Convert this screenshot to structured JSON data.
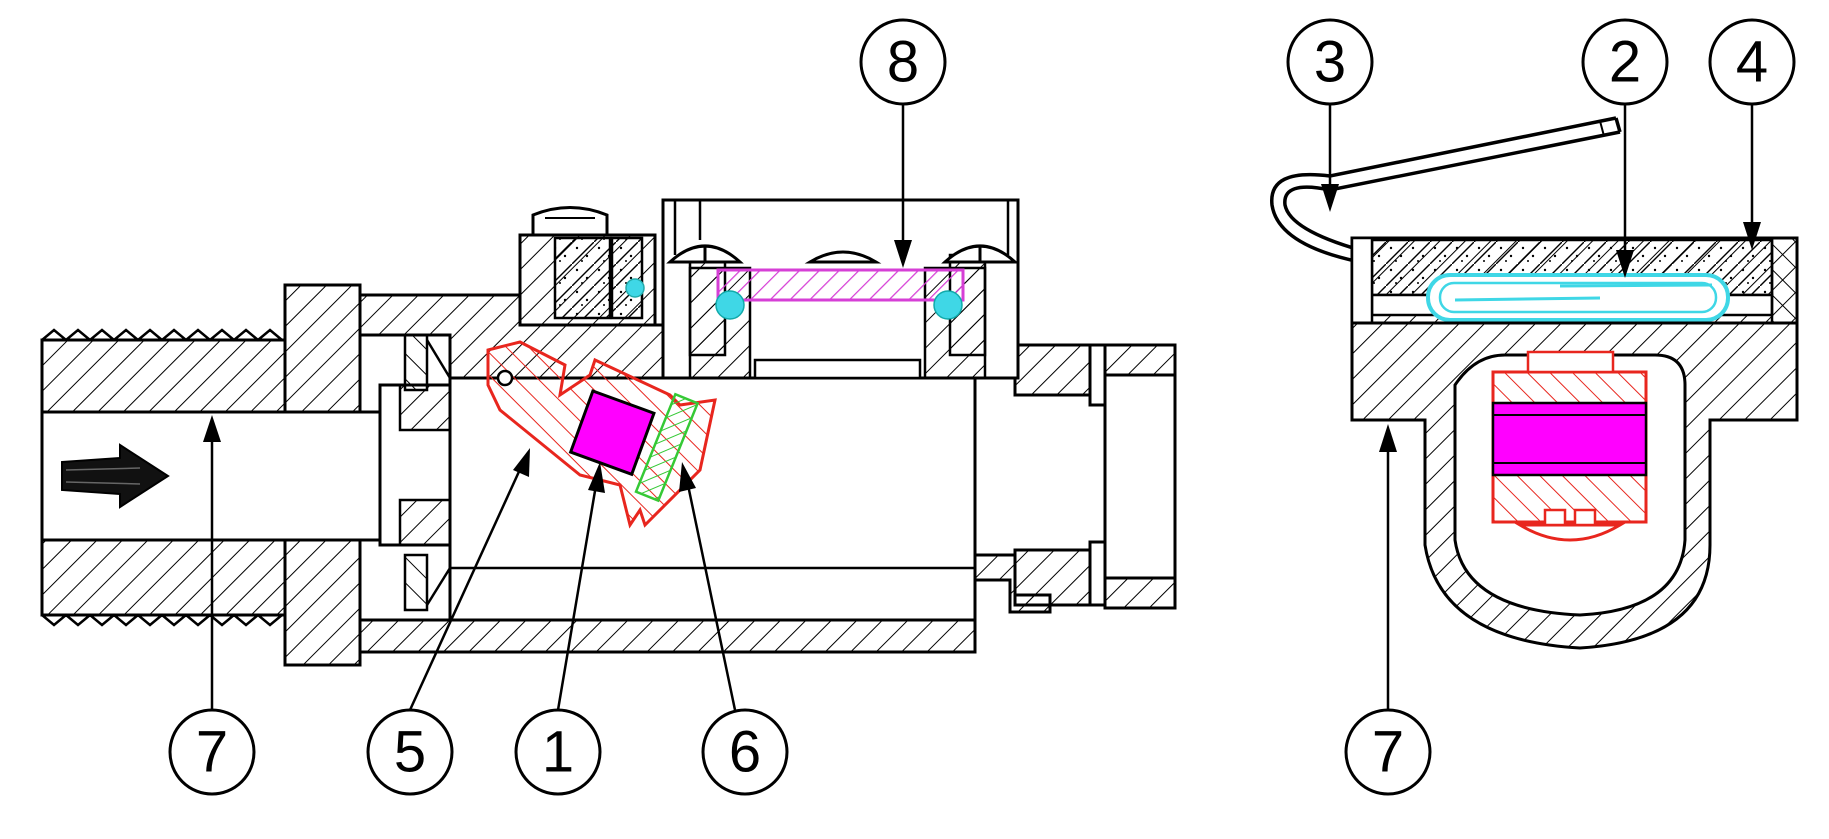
{
  "diagram": {
    "callouts": [
      {
        "id": "c7-left",
        "label": "7"
      },
      {
        "id": "c5",
        "label": "5"
      },
      {
        "id": "c1",
        "label": "1"
      },
      {
        "id": "c6",
        "label": "6"
      },
      {
        "id": "c8",
        "label": "8"
      },
      {
        "id": "c3",
        "label": "3"
      },
      {
        "id": "c2",
        "label": "2"
      },
      {
        "id": "c4",
        "label": "4"
      },
      {
        "id": "c7-right",
        "label": "7"
      }
    ],
    "colors": {
      "line": "#000000",
      "sensor_body": "#e8261e",
      "magnet": "#ff00ff",
      "reed_glass": "#3fd7e6",
      "spring_green": "#35c935",
      "cover_pink": "#d63fd6"
    }
  }
}
